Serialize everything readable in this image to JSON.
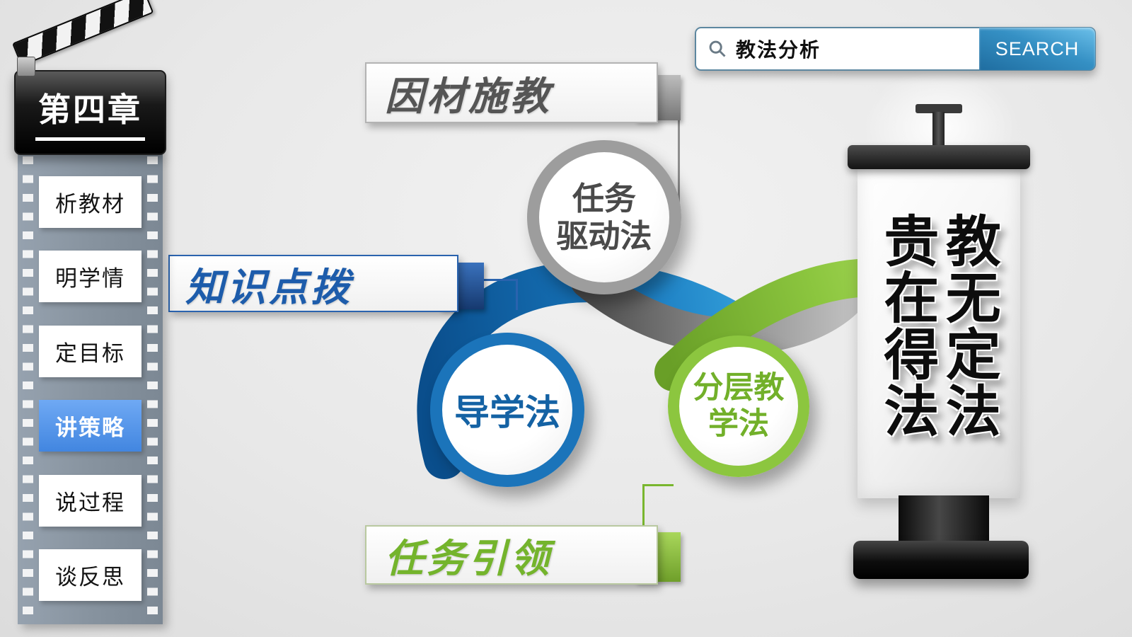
{
  "clapper": {
    "chapter": "第四章"
  },
  "sidebar": {
    "items": [
      {
        "label": "析教材"
      },
      {
        "label": "明学情"
      },
      {
        "label": "定目标"
      },
      {
        "label": "讲策略"
      },
      {
        "label": "说过程"
      },
      {
        "label": "谈反思"
      }
    ],
    "active": "讲策略"
  },
  "search": {
    "query": "教法分析",
    "button": "SEARCH"
  },
  "banners": {
    "top": "因材施教",
    "left": "知识点拨",
    "bottom": "任务引领"
  },
  "methods": {
    "task_driven": {
      "name": "任务驱动法",
      "lines": [
        "任务",
        "驱动法"
      ],
      "color": "#9d9d9d"
    },
    "guided": {
      "name": "导学法",
      "color": "#1b74ba"
    },
    "layered": {
      "name": "分层教学法",
      "lines": [
        "分层教",
        "学法"
      ],
      "color": "#8cc63f"
    }
  },
  "poster": {
    "right_column": "教无定法",
    "left_column": "贵在得法"
  }
}
